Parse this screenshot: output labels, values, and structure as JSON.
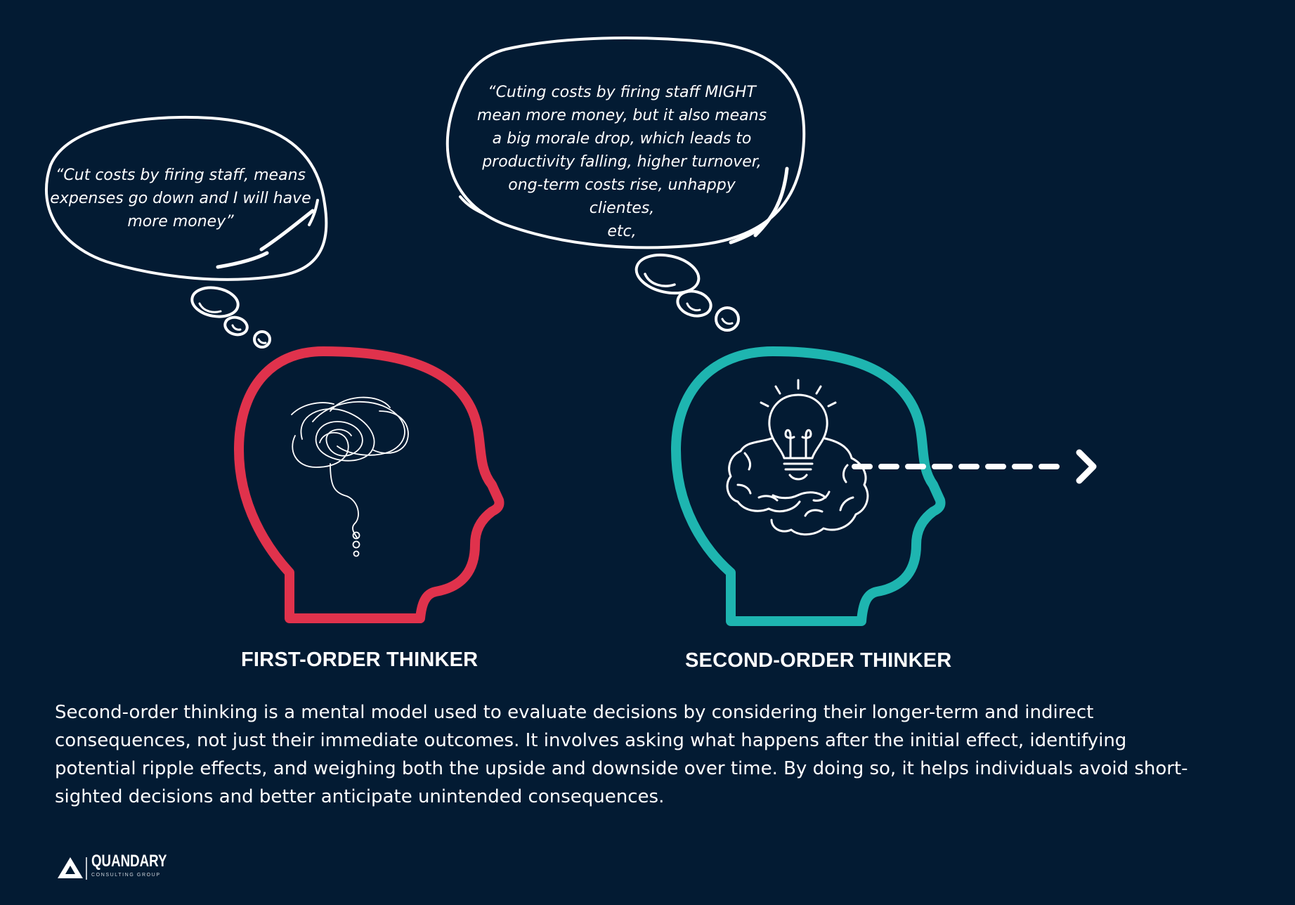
{
  "bubbles": {
    "first": {
      "lines": [
        "“Cut costs by firing staff, means",
        "expenses go down and I will have",
        "more money”"
      ]
    },
    "second": {
      "lines": [
        "“Cuting costs by firing staff MIGHT",
        "mean more money, but it also means",
        "a big morale drop, which leads to",
        "productivity falling, higher turnover,",
        "ong-term costs rise, unhappy clientes,",
        "etc,"
      ]
    }
  },
  "labels": {
    "first": "FIRST-ORDER THINKER",
    "second": "SECOND-ORDER THINKER"
  },
  "description": "Second-order thinking is a mental model used to evaluate decisions by considering their longer-term and indirect consequences, not just their immediate outcomes. It involves asking what happens after the initial effect, identifying potential ripple effects, and weighing both the upside and downside over time. By doing so, it helps individuals avoid short-sighted decisions and better anticipate unintended consequences.",
  "logo": {
    "name": "QUANDARY",
    "subtitle": "CONSULTING GROUP"
  },
  "colors": {
    "background": "#031b33",
    "first_head": "#e0324c",
    "second_head": "#1eb5b0",
    "line": "#ffffff"
  },
  "icons": {
    "first_head_content": "tangled-thoughts-icon",
    "second_head_content": "lightbulb-brain-icon",
    "arrow": "dashed-arrow-icon"
  }
}
